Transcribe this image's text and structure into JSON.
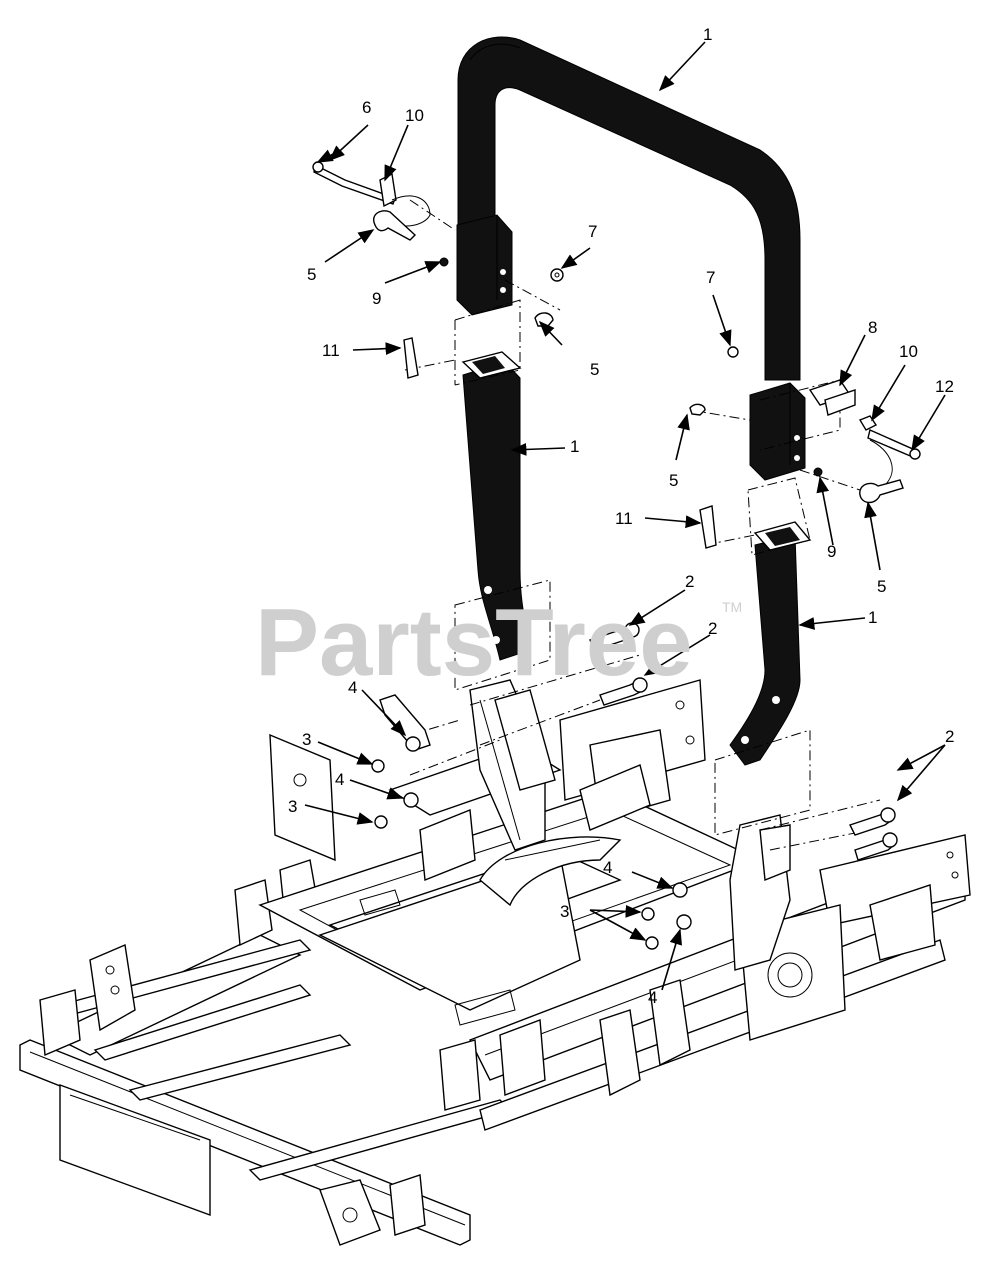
{
  "watermark": {
    "text": "PartsTree",
    "tm": "TM"
  },
  "callouts": [
    {
      "id": "c1a",
      "text": "1"
    },
    {
      "id": "c1b",
      "text": "1"
    },
    {
      "id": "c1c",
      "text": "1"
    },
    {
      "id": "c2a",
      "text": "2"
    },
    {
      "id": "c2b",
      "text": "2"
    },
    {
      "id": "c2c",
      "text": "2"
    },
    {
      "id": "c3a",
      "text": "3"
    },
    {
      "id": "c3b",
      "text": "3"
    },
    {
      "id": "c3c",
      "text": "3"
    },
    {
      "id": "c4a",
      "text": "4"
    },
    {
      "id": "c4b",
      "text": "4"
    },
    {
      "id": "c4c",
      "text": "4"
    },
    {
      "id": "c4d",
      "text": "4"
    },
    {
      "id": "c5a",
      "text": "5"
    },
    {
      "id": "c5b",
      "text": "5"
    },
    {
      "id": "c5c",
      "text": "5"
    },
    {
      "id": "c5d",
      "text": "5"
    },
    {
      "id": "c6",
      "text": "6"
    },
    {
      "id": "c7a",
      "text": "7"
    },
    {
      "id": "c7b",
      "text": "7"
    },
    {
      "id": "c8",
      "text": "8"
    },
    {
      "id": "c9a",
      "text": "9"
    },
    {
      "id": "c9b",
      "text": "9"
    },
    {
      "id": "c10a",
      "text": "10"
    },
    {
      "id": "c10b",
      "text": "10"
    },
    {
      "id": "c11a",
      "text": "11"
    },
    {
      "id": "c11b",
      "text": "11"
    },
    {
      "id": "c12",
      "text": "12"
    }
  ]
}
